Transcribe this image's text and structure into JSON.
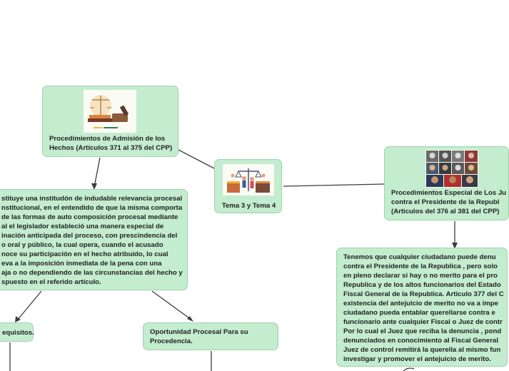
{
  "nodes": {
    "center": {
      "lines": [
        "Tema 3 y Tema 4"
      ]
    },
    "admision": {
      "lines": [
        "Procedimientos de Admisión de los",
        "Hechos  (Artículos 371 al 375 del CPP)"
      ]
    },
    "especial": {
      "lines": [
        "Procedimientos Especial de Los Ju",
        "contra el Presidente de la Republ",
        "(Articulos del 376 al 381 del CPP)"
      ]
    },
    "definicion": {
      "lines": [
        "stituye una institudón de indudable relevancia procesal",
        "nstitucional, en el entendido de que la misma comporta",
        "de las formas de auto composición procesal mediante",
        "al el legislador estableció una manera especial de",
        "inación anticipada del proceso, con prescindencia del",
        "o oral y público, la cual opera, cuando el acusado",
        "noce su participación en el hecho atribuido, lo cual",
        "eva a la imposición inmediata de la pena con una",
        "aja o no dependiendo de las circunstancias del hecho y",
        "spuesto en el referido artículo."
      ]
    },
    "requisitos": {
      "lines": [
        "equisitos."
      ]
    },
    "oportunidad": {
      "lines": [
        "Oportunidad Procesal Para su",
        "Procedencia."
      ]
    },
    "denuncia": {
      "lines": [
        "Tenemos que cualquier ciudadano puede denu",
        "contra el Presidente de la Republica , pero solo",
        "en pleno declarar si hay o no merito para el pro",
        "Republica y de los altos funcionarios del Estado",
        "Fiscal General de la Republica. Articulo 377 del C",
        "existencia del antejuicio de merito no va a impe",
        "ciudadano pueda entablar querellarse contra e",
        "funcionario ante cualquier Fiscal o Juez de contr",
        "Por lo cual el Juez que reciba la denuncia , pond",
        "denunciados en conocimiento al Fiscal General",
        "Juez de control remitirá la querella al mismo fun",
        "investigar y promover el antejuicio de merito."
      ]
    }
  },
  "images": {
    "center": "justice-scales-lawyers-illustration",
    "admision": "justice-scales-gavel-books-illustration",
    "especial": "portrait-grid-of-officials"
  },
  "colors": {
    "node_fill": "#c4ecce",
    "node_border": "#9fd3ac",
    "connector": "#3c3c3c",
    "text": "#222222"
  }
}
